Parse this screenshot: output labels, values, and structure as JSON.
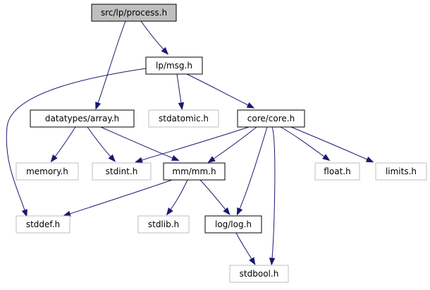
{
  "diagram": {
    "type": "include-dependency-graph",
    "nodes": [
      {
        "id": "process",
        "label": "src/lp/process.h",
        "style": "root"
      },
      {
        "id": "msg",
        "label": "lp/msg.h",
        "style": "documented"
      },
      {
        "id": "array",
        "label": "datatypes/array.h",
        "style": "documented"
      },
      {
        "id": "stdatomic",
        "label": "stdatomic.h",
        "style": "system"
      },
      {
        "id": "core",
        "label": "core/core.h",
        "style": "documented"
      },
      {
        "id": "memory",
        "label": "memory.h",
        "style": "system"
      },
      {
        "id": "stdint",
        "label": "stdint.h",
        "style": "system"
      },
      {
        "id": "mm",
        "label": "mm/mm.h",
        "style": "documented"
      },
      {
        "id": "float",
        "label": "float.h",
        "style": "system"
      },
      {
        "id": "limits",
        "label": "limits.h",
        "style": "system"
      },
      {
        "id": "stddef",
        "label": "stddef.h",
        "style": "system"
      },
      {
        "id": "stdlib",
        "label": "stdlib.h",
        "style": "system"
      },
      {
        "id": "log",
        "label": "log/log.h",
        "style": "documented"
      },
      {
        "id": "stdbool",
        "label": "stdbool.h",
        "style": "system"
      }
    ],
    "edges": [
      {
        "from": "process",
        "to": "msg"
      },
      {
        "from": "process",
        "to": "array"
      },
      {
        "from": "msg",
        "to": "stddef"
      },
      {
        "from": "msg",
        "to": "stdatomic"
      },
      {
        "from": "msg",
        "to": "core"
      },
      {
        "from": "array",
        "to": "memory"
      },
      {
        "from": "array",
        "to": "stdint"
      },
      {
        "from": "array",
        "to": "mm"
      },
      {
        "from": "core",
        "to": "stdint"
      },
      {
        "from": "core",
        "to": "mm"
      },
      {
        "from": "core",
        "to": "float"
      },
      {
        "from": "core",
        "to": "limits"
      },
      {
        "from": "core",
        "to": "log"
      },
      {
        "from": "core",
        "to": "stdbool"
      },
      {
        "from": "mm",
        "to": "stddef"
      },
      {
        "from": "mm",
        "to": "stdlib"
      },
      {
        "from": "mm",
        "to": "log"
      },
      {
        "from": "log",
        "to": "stdbool"
      }
    ],
    "colors": {
      "edge": "#191970",
      "root_fill": "#bfbfbf",
      "root_stroke": "#000000",
      "documented_fill": "#ffffff",
      "documented_stroke": "#000000",
      "system_fill": "#ffffff",
      "system_stroke": "#bfbfbf",
      "text": "#000000"
    }
  }
}
